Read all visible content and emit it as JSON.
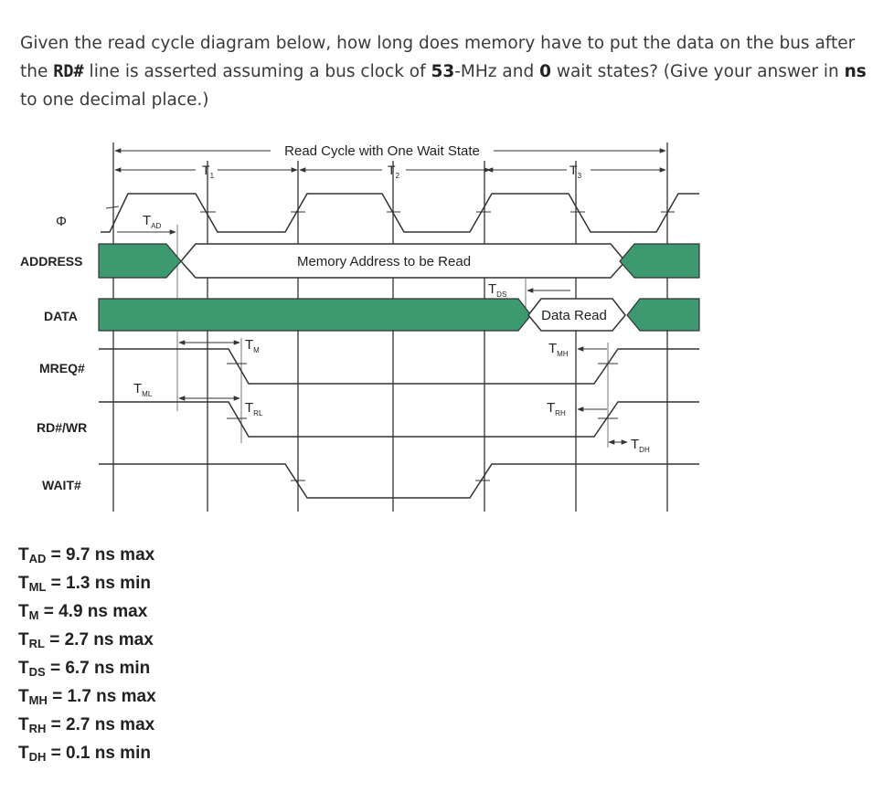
{
  "question": {
    "t1": "Given the read cycle diagram below, how long does memory have to put the data on the bus after the ",
    "signal": "RD#",
    "t2": " line is asserted assuming a bus clock of ",
    "clock": "53",
    "t3": "-MHz and ",
    "wait": "0",
    "t4": " wait states? (Give your answer in ",
    "unit": "ns",
    "t5": " to one decimal place.)"
  },
  "diagram": {
    "title": "Read Cycle with One Wait State",
    "states": [
      "T",
      "T",
      "T"
    ],
    "state_subs": [
      "1",
      "2",
      "3"
    ],
    "signals": {
      "phi": "Φ",
      "address": "ADDRESS",
      "data": "DATA",
      "mreq": "MREQ#",
      "rdwr": "RD#/WR",
      "wait": "WAIT#"
    },
    "address_label": "Memory Address to be Read",
    "data_label": "Data Read",
    "timing_labels": {
      "tad": [
        "T",
        "AD"
      ],
      "tds": [
        "T",
        "DS"
      ],
      "tm": [
        "T",
        "M"
      ],
      "tml": [
        "T",
        "ML"
      ],
      "trl": [
        "T",
        "RL"
      ],
      "tmh": [
        "T",
        "MH"
      ],
      "trh": [
        "T",
        "RH"
      ],
      "tdh": [
        "T",
        "DH"
      ]
    },
    "colors": {
      "bus": "#3d9970",
      "line": "#333333"
    }
  },
  "timings": [
    {
      "t": "T",
      "sub": "AD",
      "rest": " = 9.7 ns max"
    },
    {
      "t": "T",
      "sub": "ML",
      "rest": " = 1.3 ns min"
    },
    {
      "t": "T",
      "sub": "M",
      "rest": " = 4.9 ns max"
    },
    {
      "t": "T",
      "sub": "RL",
      "rest": " = 2.7 ns max"
    },
    {
      "t": "T",
      "sub": "DS",
      "rest": " = 6.7 ns min"
    },
    {
      "t": "T",
      "sub": "MH",
      "rest": " = 1.7 ns max"
    },
    {
      "t": "T",
      "sub": "RH",
      "rest": " = 2.7 ns max"
    },
    {
      "t": "T",
      "sub": "DH",
      "rest": " = 0.1 ns min"
    }
  ]
}
